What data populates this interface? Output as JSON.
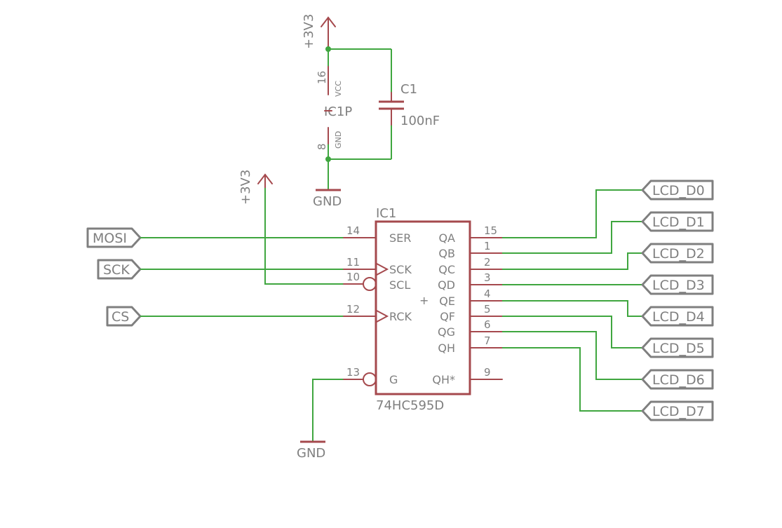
{
  "power": {
    "vcc_label": "+3V3",
    "gnd_label": "GND"
  },
  "ic1p": {
    "name": "IC1P",
    "pin_vcc_num": "16",
    "pin_vcc_name": "VCC",
    "pin_gnd_num": "8",
    "pin_gnd_name": "GND"
  },
  "capacitor": {
    "ref": "C1",
    "value": "100nF"
  },
  "ic1": {
    "ref": "IC1",
    "part": "74HC595D",
    "center_mark": "+",
    "left_pins": [
      {
        "num": "14",
        "name": "SER"
      },
      {
        "num": "11",
        "name": "SCK"
      },
      {
        "num": "10",
        "name": "SCL"
      },
      {
        "num": "12",
        "name": "RCK"
      },
      {
        "num": "13",
        "name": "G"
      }
    ],
    "right_pins": [
      {
        "num": "15",
        "name": "QA"
      },
      {
        "num": "1",
        "name": "QB"
      },
      {
        "num": "2",
        "name": "QC"
      },
      {
        "num": "3",
        "name": "QD"
      },
      {
        "num": "4",
        "name": "QE"
      },
      {
        "num": "5",
        "name": "QF"
      },
      {
        "num": "6",
        "name": "QG"
      },
      {
        "num": "7",
        "name": "QH"
      },
      {
        "num": "9",
        "name": "QH*"
      }
    ]
  },
  "input_ports": [
    "MOSI",
    "SCK",
    "CS"
  ],
  "output_ports": [
    "LCD_D0",
    "LCD_D1",
    "LCD_D2",
    "LCD_D3",
    "LCD_D4",
    "LCD_D5",
    "LCD_D6",
    "LCD_D7"
  ],
  "colors": {
    "wire": "#3fa63f",
    "symbol": "#a5494d",
    "text": "#7f7f7f"
  }
}
